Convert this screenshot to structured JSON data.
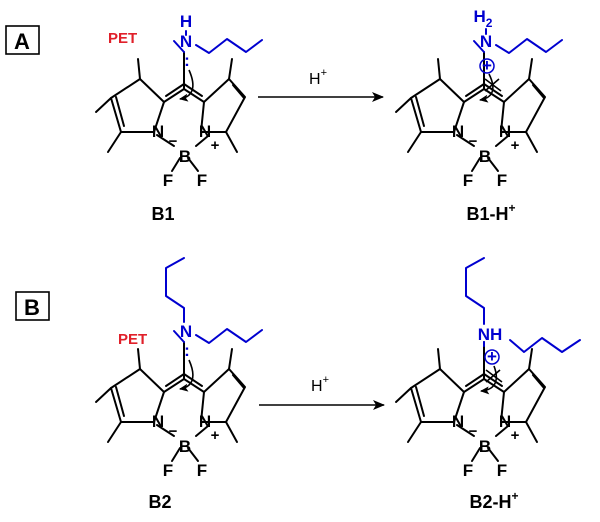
{
  "panels": [
    {
      "label": "A",
      "pet_label": "PET",
      "reagent": "H",
      "reagent_charge": "+",
      "left_compound": {
        "name": "B1"
      },
      "right_compound": {
        "name": "B1-H",
        "charge": "+"
      }
    },
    {
      "label": "B",
      "pet_label": "PET",
      "reagent": "H",
      "reagent_charge": "+",
      "left_compound": {
        "name": "B2"
      },
      "right_compound": {
        "name": "B2-H",
        "charge": "+"
      }
    }
  ],
  "atoms": {
    "nitrogen": "N",
    "boron": "B",
    "fluorine": "F",
    "hydrogen": "H",
    "amine_h2": "H",
    "subscript_2": "2",
    "plus": "+",
    "minus": "−",
    "lone_pair": ":"
  },
  "colors": {
    "black": "#000000",
    "blue": "#0000d0",
    "red": "#e0202a"
  }
}
